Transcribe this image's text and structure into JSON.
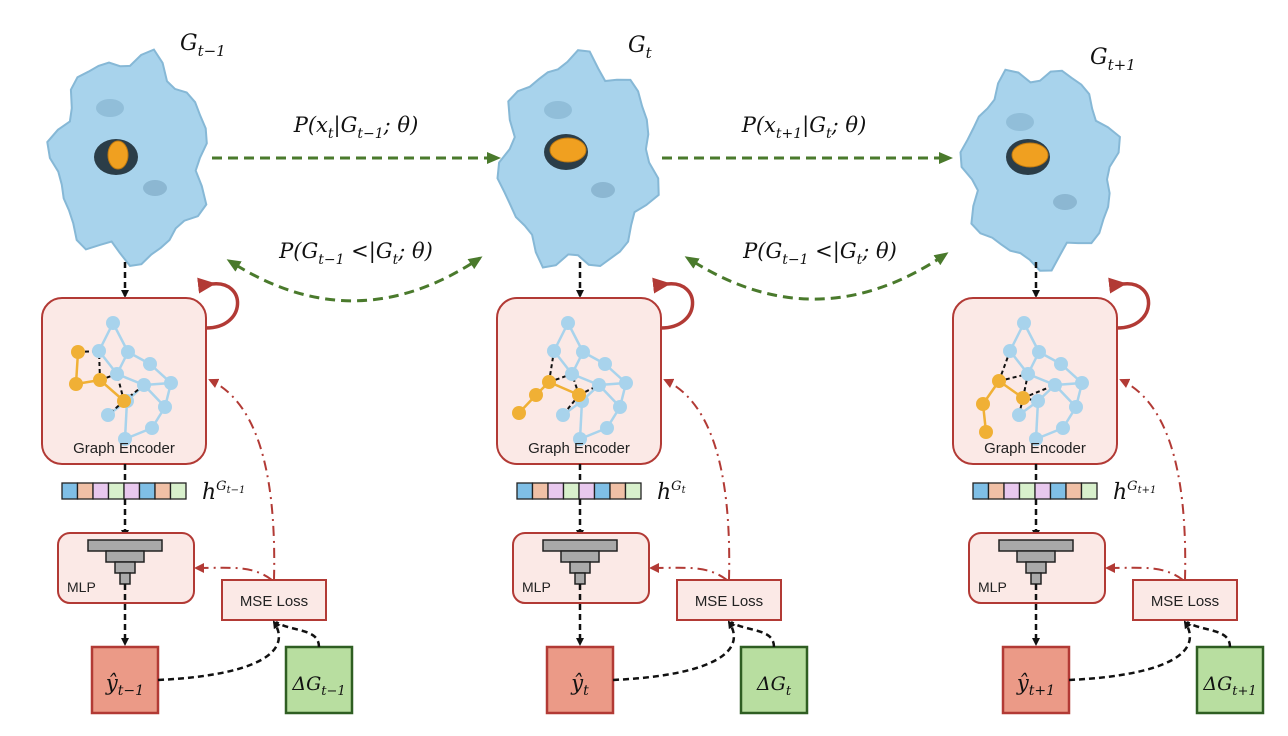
{
  "figure": {
    "description": "Autoregressive protein graph generation pipeline across three timesteps",
    "colors": {
      "protein_surface": "#a8d3ec",
      "ligand": "#f0a020",
      "transition_arrow": "#4a7a2c",
      "loss_arrow": "#b23a35",
      "encoder_fill": "#fbe9e6",
      "prediction_fill": "#eb9a87",
      "target_fill": "#b8dea0",
      "embedding_cells": [
        "#7fbfe6",
        "#f0c0a6",
        "#e8c8ee",
        "#d8f0cc",
        "#e8c8ee",
        "#7fbfe6",
        "#f0c0a6",
        "#d8f0cc"
      ]
    }
  },
  "transitions": [
    {
      "forward_label": "P(x_t | G_{t-1}; θ)",
      "forward_main": "P(x",
      "forward_sub": "t",
      "forward_rest": "|G",
      "forward_sub2": "t−1",
      "forward_end": "; θ)",
      "backward_main": "P(G",
      "backward_sub": "t−1",
      "backward_mid": " <|G",
      "backward_sub2": "t",
      "backward_end": "; θ)"
    },
    {
      "forward_label": "P(x_{t+1} | G_t; θ)",
      "forward_main": "P(x",
      "forward_sub": "t+1",
      "forward_rest": "|G",
      "forward_sub2": "t",
      "forward_end": "; θ)",
      "backward_main": "P(G",
      "backward_sub": "t−1",
      "backward_mid": " <|G",
      "backward_sub2": "t",
      "backward_end": "; θ)"
    }
  ],
  "columns": [
    {
      "graph_label": {
        "base": "G",
        "sub": "t−1"
      },
      "encoder_label": "Graph Encoder",
      "embedding_label": {
        "base": "h",
        "sup_base": "G",
        "sup_sub": "t−1"
      },
      "mlp_label": "MLP",
      "loss_label": "MSE Loss",
      "prediction_label": {
        "base": "ŷ",
        "sub": "t−1"
      },
      "target_label": {
        "base": "ΔG",
        "sub": "t−1"
      }
    },
    {
      "graph_label": {
        "base": "G",
        "sub": "t"
      },
      "encoder_label": "Graph Encoder",
      "embedding_label": {
        "base": "h",
        "sup_base": "G",
        "sup_sub": "t"
      },
      "mlp_label": "MLP",
      "loss_label": "MSE Loss",
      "prediction_label": {
        "base": "ŷ",
        "sub": "t"
      },
      "target_label": {
        "base": "ΔG",
        "sub": "t"
      }
    },
    {
      "graph_label": {
        "base": "G",
        "sub": "t+1"
      },
      "encoder_label": "Graph Encoder",
      "embedding_label": {
        "base": "h",
        "sup_base": "G",
        "sup_sub": "t+1"
      },
      "mlp_label": "MLP",
      "loss_label": "MSE Loss",
      "prediction_label": {
        "base": "ŷ",
        "sub": "t+1"
      },
      "target_label": {
        "base": "ΔG",
        "sub": "t+1"
      }
    }
  ]
}
